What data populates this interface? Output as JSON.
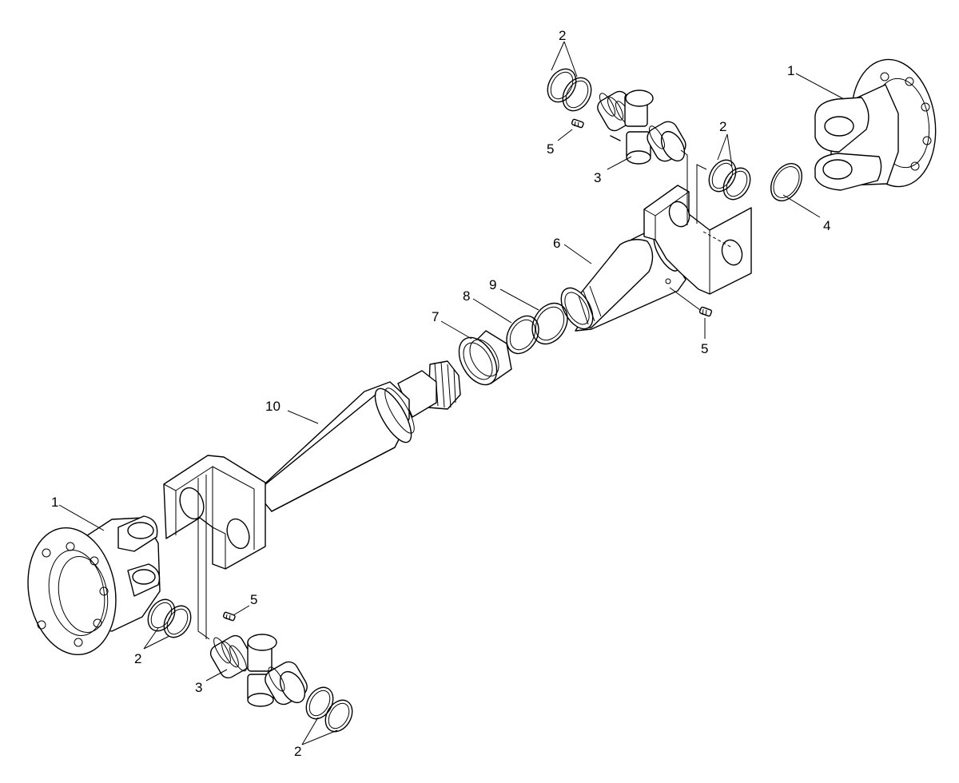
{
  "callouts": [
    {
      "id": "c1",
      "label": "2"
    },
    {
      "id": "c2",
      "label": "1"
    },
    {
      "id": "c3",
      "label": "5"
    },
    {
      "id": "c4",
      "label": "2"
    },
    {
      "id": "c5",
      "label": "3"
    },
    {
      "id": "c6",
      "label": "4"
    },
    {
      "id": "c7",
      "label": "6"
    },
    {
      "id": "c8",
      "label": "9"
    },
    {
      "id": "c9",
      "label": "8"
    },
    {
      "id": "c10",
      "label": "7"
    },
    {
      "id": "c11",
      "label": "5"
    },
    {
      "id": "c12",
      "label": "10"
    },
    {
      "id": "c13",
      "label": "1"
    },
    {
      "id": "c14",
      "label": "5"
    },
    {
      "id": "c15",
      "label": "2"
    },
    {
      "id": "c16",
      "label": "3"
    },
    {
      "id": "c17",
      "label": "2"
    }
  ]
}
